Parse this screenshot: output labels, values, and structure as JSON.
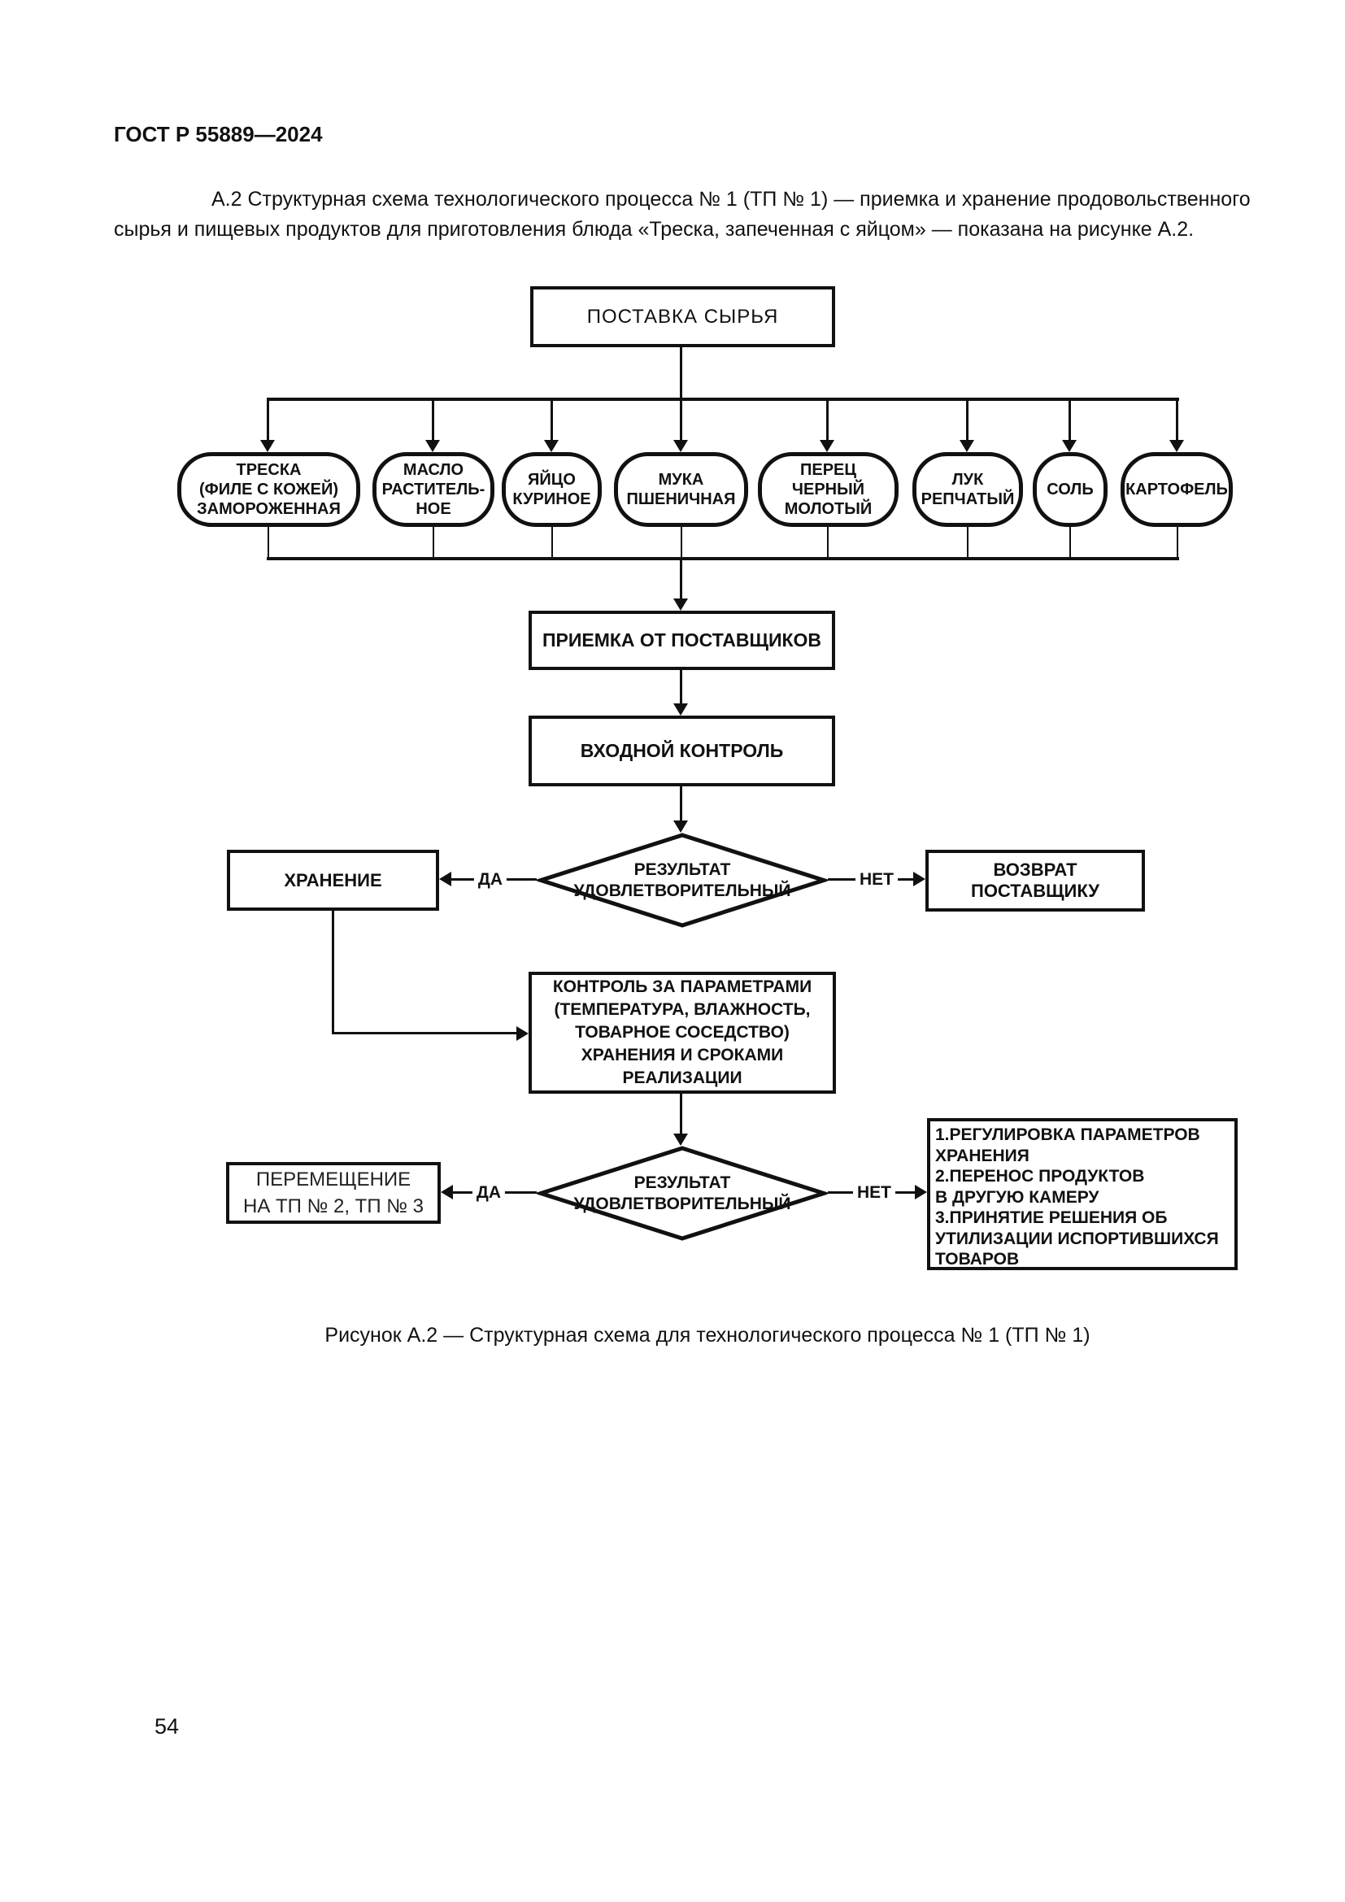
{
  "colors": {
    "ink": "#111111",
    "paper": "#ffffff"
  },
  "page": {
    "standard_code": "ГОСТ Р 55889—2024",
    "intro_line1": "А.2 Структурная схема технологического процесса № 1 (ТП № 1) — приемка и хранение продовольственного",
    "intro_line2": "сырья и пищевых продуктов для приготовления блюда «Треска, запеченная с яйцом» — показана на рисунке А.2.",
    "figure_caption": "Рисунок А.2 — Структурная схема для технологического процесса № 1 (ТП № 1)",
    "page_number": "54"
  },
  "flowchart": {
    "supply": "ПОСТАВКА СЫРЬЯ",
    "ingredients": [
      {
        "label": "ТРЕСКА\n(ФИЛЕ С КОЖЕЙ)\nЗАМОРОЖЕННАЯ"
      },
      {
        "label": "МАСЛО\nРАСТИТЕЛЬ-\nНОЕ"
      },
      {
        "label": "ЯЙЦО\nКУРИНОЕ"
      },
      {
        "label": "МУКА\nПШЕНИЧНАЯ"
      },
      {
        "label": "ПЕРЕЦ\nЧЕРНЫЙ\nМОЛОТЫЙ"
      },
      {
        "label": "ЛУК\nРЕПЧАТЫЙ"
      },
      {
        "label": "СОЛЬ"
      },
      {
        "label": "КАРТОФЕЛЬ"
      }
    ],
    "receiving": "ПРИЕМКА ОТ ПОСТАВЩИКОВ",
    "input_control": "ВХОДНОЙ КОНТРОЛЬ",
    "decision1": {
      "question": "РЕЗУЛЬТАТ\nУДОВЛЕТВОРИТЕЛЬНЫЙ",
      "yes": "ДА",
      "no": "НЕТ"
    },
    "storage": "ХРАНЕНИЕ",
    "return_to_supplier": "ВОЗВРАТ ПОСТАВЩИКУ",
    "parameters_control": "КОНТРОЛЬ ЗА ПАРАМЕТРАМИ\n(ТЕМПЕРАТУРА, ВЛАЖНОСТЬ,\nТОВАРНОЕ СОСЕДСТВО)\nХРАНЕНИЯ И СРОКАМИ\nРЕАЛИЗАЦИИ",
    "decision2": {
      "question": "РЕЗУЛЬТАТ\nУДОВЛЕТВОРИТЕЛЬНЫЙ",
      "yes": "ДА",
      "no": "НЕТ"
    },
    "move_to_next": "ПЕРЕМЕЩЕНИЕ\nНА ТП № 2, ТП № 3",
    "corrective_actions": "1.РЕГУЛИРОВКА ПАРАМЕТРОВ\n ХРАНЕНИЯ\n2.ПЕРЕНОС ПРОДУКТОВ\nВ ДРУГУЮ КАМЕРУ\n3.ПРИНЯТИЕ РЕШЕНИЯ ОБ\nУТИЛИЗАЦИИ ИСПОРТИВШИХСЯ\nТОВАРОВ"
  }
}
